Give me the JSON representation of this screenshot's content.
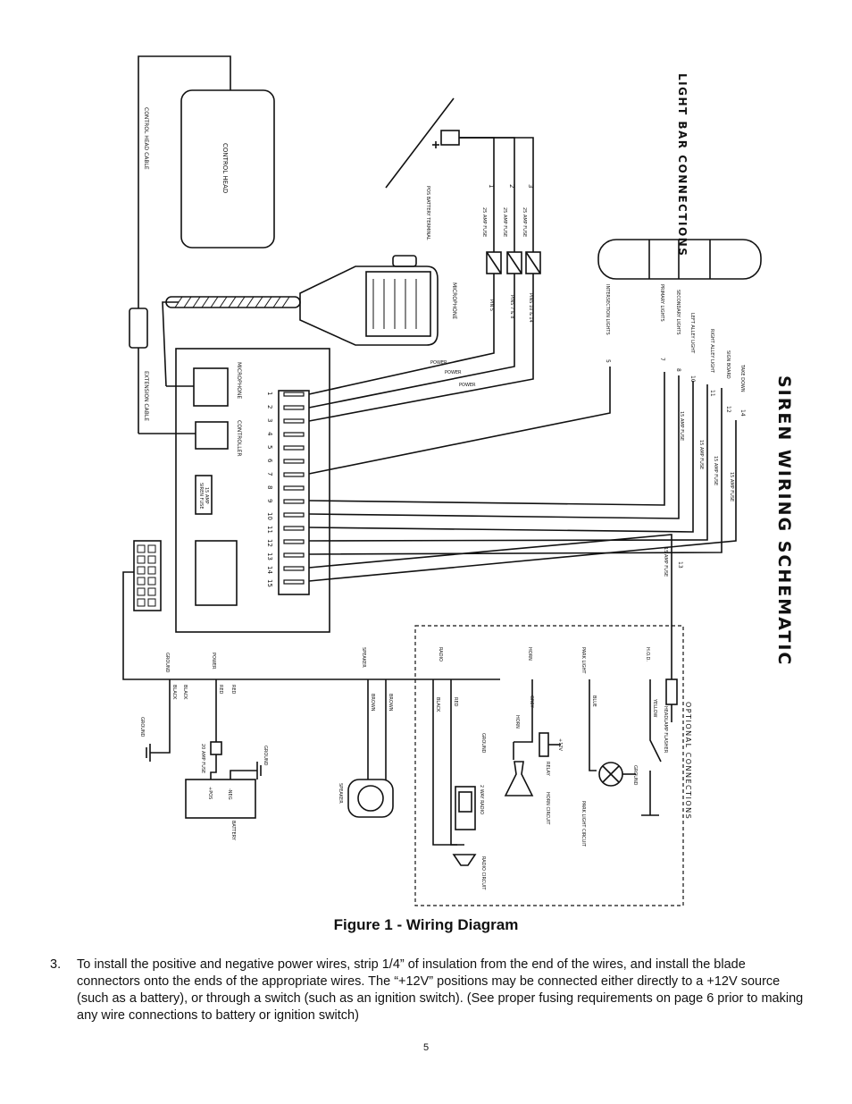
{
  "diagram": {
    "title": "SIREN WIRING SCHEMATIC",
    "light_bar_title": "LIGHT BAR CONNECTIONS",
    "control_head": "CONTROL HEAD",
    "control_head_cable": "CONTROL HEAD CABLE",
    "extension_cable": "EXTENSION CABLE",
    "microphone": "MICROPHONE",
    "microphone_port": "MICROPHONE",
    "controller_port": "CONTROLLER",
    "siren_fuse": "SIREN FUSE",
    "siren_fuse_amp": "15 AMP",
    "pos_battery_terminal": "POS BATTERY TERMINAL",
    "terminal_numbers": [
      "1",
      "2",
      "3",
      "4",
      "5",
      "6",
      "7",
      "8",
      "9",
      "10",
      "11",
      "12",
      "13",
      "14",
      "15"
    ],
    "feed_numbers": [
      "1",
      "2",
      "3"
    ],
    "feed_fuses": [
      "25 AMP FUSE",
      "25 AMP FUSE",
      "25 AMP FUSE"
    ],
    "pin_labels": [
      "PIN 5",
      "PINS 7 & 8",
      "PINS 10 & 14"
    ],
    "power_labels": [
      "POWER",
      "POWER",
      "POWER"
    ],
    "light_bar_outputs": [
      {
        "label": "INTERSECTION LIGHTS",
        "pin": "5"
      },
      {
        "label": "PRIMARY LIGHTS",
        "pin": "7"
      },
      {
        "label": "SECONDARY LIGHTS",
        "pin": "8"
      },
      {
        "label": "LEFT ALLEY LIGHT",
        "pin": "10"
      },
      {
        "label": "RIGHT ALLEY LIGHT",
        "pin": "11"
      },
      {
        "label": "SIGN BOARD",
        "pin": "12"
      },
      {
        "label": "TAKE DOWN",
        "pin": "14"
      }
    ],
    "output_fuses": [
      "15 AMP FUSE",
      "15 AMP FUSE",
      "15 AMP FUSE",
      "15 AMP FUSE"
    ],
    "pin13": "13",
    "pin13_fuse": "15 AMP FUSE",
    "ground_label": "GROUND",
    "power_label": "POWER",
    "speaker_label": "SPEAKER",
    "wire_black": "BLACK",
    "wire_red": "RED",
    "wire_brown": "BROWN",
    "wire_grey": "GREY",
    "wire_blue": "BLUE",
    "wire_yellow": "YELLOW",
    "fuse_20amp": "20 AMP FUSE",
    "battery": "BATTERY",
    "battery_pos": "+POS",
    "battery_neg": "-NEG",
    "optional_title": "OPTIONAL CONNECTIONS",
    "optional_inputs": [
      "RADIO",
      "HORN",
      "PARK LIGHT",
      "H.O.D."
    ],
    "two_way_radio": "2 WAY RADIO",
    "radio_circuit": "RADIO CIRCUIT",
    "horn": "HORN",
    "relay": "RELAY",
    "horn_circuit": "HORN CIRCUIT",
    "plus12v": "+12V",
    "park_light_circuit": "PARK LIGHT CIRCUIT",
    "headlamp_flasher": "HEADLAMP FLASHER"
  },
  "caption": "Figure 1 - Wiring Diagram",
  "step_number": "3.",
  "step_text": "To install the positive and negative power wires, strip 1/4” of insulation from the end of the wires, and install the blade connectors onto the ends of the appropriate wires.  The “+12V” positions may be connected either directly to a +12V source (such as a battery), or through a switch (such as an ignition switch).  (See proper fusing requirements on page 6 prior to making any wire connections to battery or ignition switch)",
  "page_number": "5"
}
